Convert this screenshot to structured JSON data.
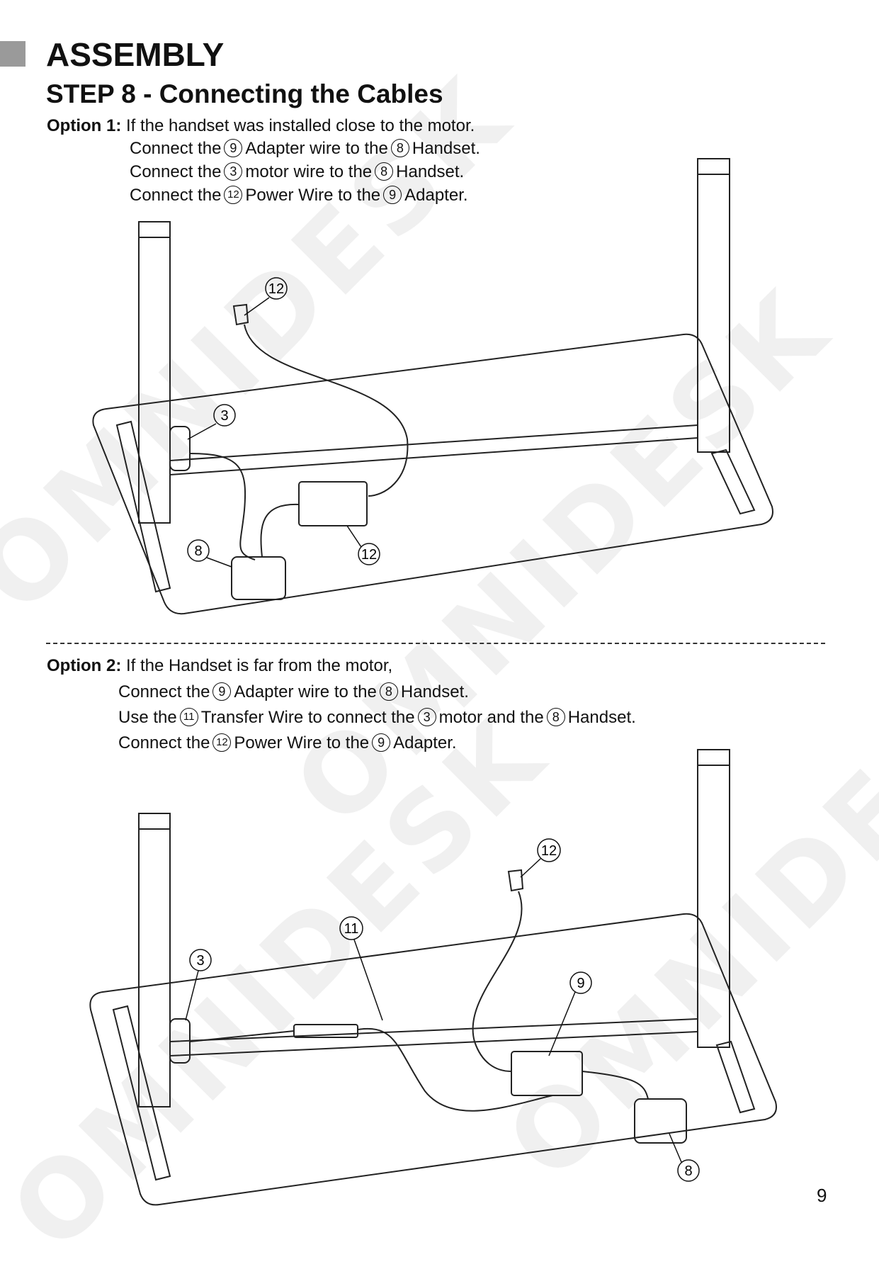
{
  "header": {
    "section": "ASSEMBLY",
    "step": "STEP 8 - Connecting the Cables"
  },
  "option1": {
    "label": "Option 1:",
    "intro": "If the handset was installed close to the motor.",
    "lines": [
      {
        "a": "Connect the",
        "n1": "9",
        "b": "Adapter wire to the",
        "n2": "8",
        "c": "Handset."
      },
      {
        "a": "Connect the",
        "n1": "3",
        "b": "motor wire to the",
        "n2": "8",
        "c": "Handset."
      },
      {
        "a": "Connect the",
        "n1": "12",
        "b": "Power Wire to the",
        "n2": "9",
        "c": "Adapter."
      }
    ],
    "callouts": [
      "12",
      "3",
      "8",
      "12"
    ]
  },
  "option2": {
    "label": "Option 2:",
    "intro": "If the Handset is far from the motor,",
    "lines": [
      {
        "a": "Connect the",
        "n1": "9",
        "b": "Adapter wire to the",
        "n2": "8",
        "c": "Handset."
      },
      {
        "a": "Use the",
        "n1": "11",
        "b": "Transfer Wire to connect the",
        "n2": "3",
        "c": "motor and the",
        "n3": "8",
        "d": "Handset."
      },
      {
        "a": "Connect the",
        "n1": "12",
        "b": "Power Wire to the",
        "n2": "9",
        "c": "Adapter."
      }
    ],
    "callouts": [
      "12",
      "11",
      "3",
      "9",
      "8"
    ]
  },
  "watermark": "OMNIDESK",
  "page_number": "9"
}
